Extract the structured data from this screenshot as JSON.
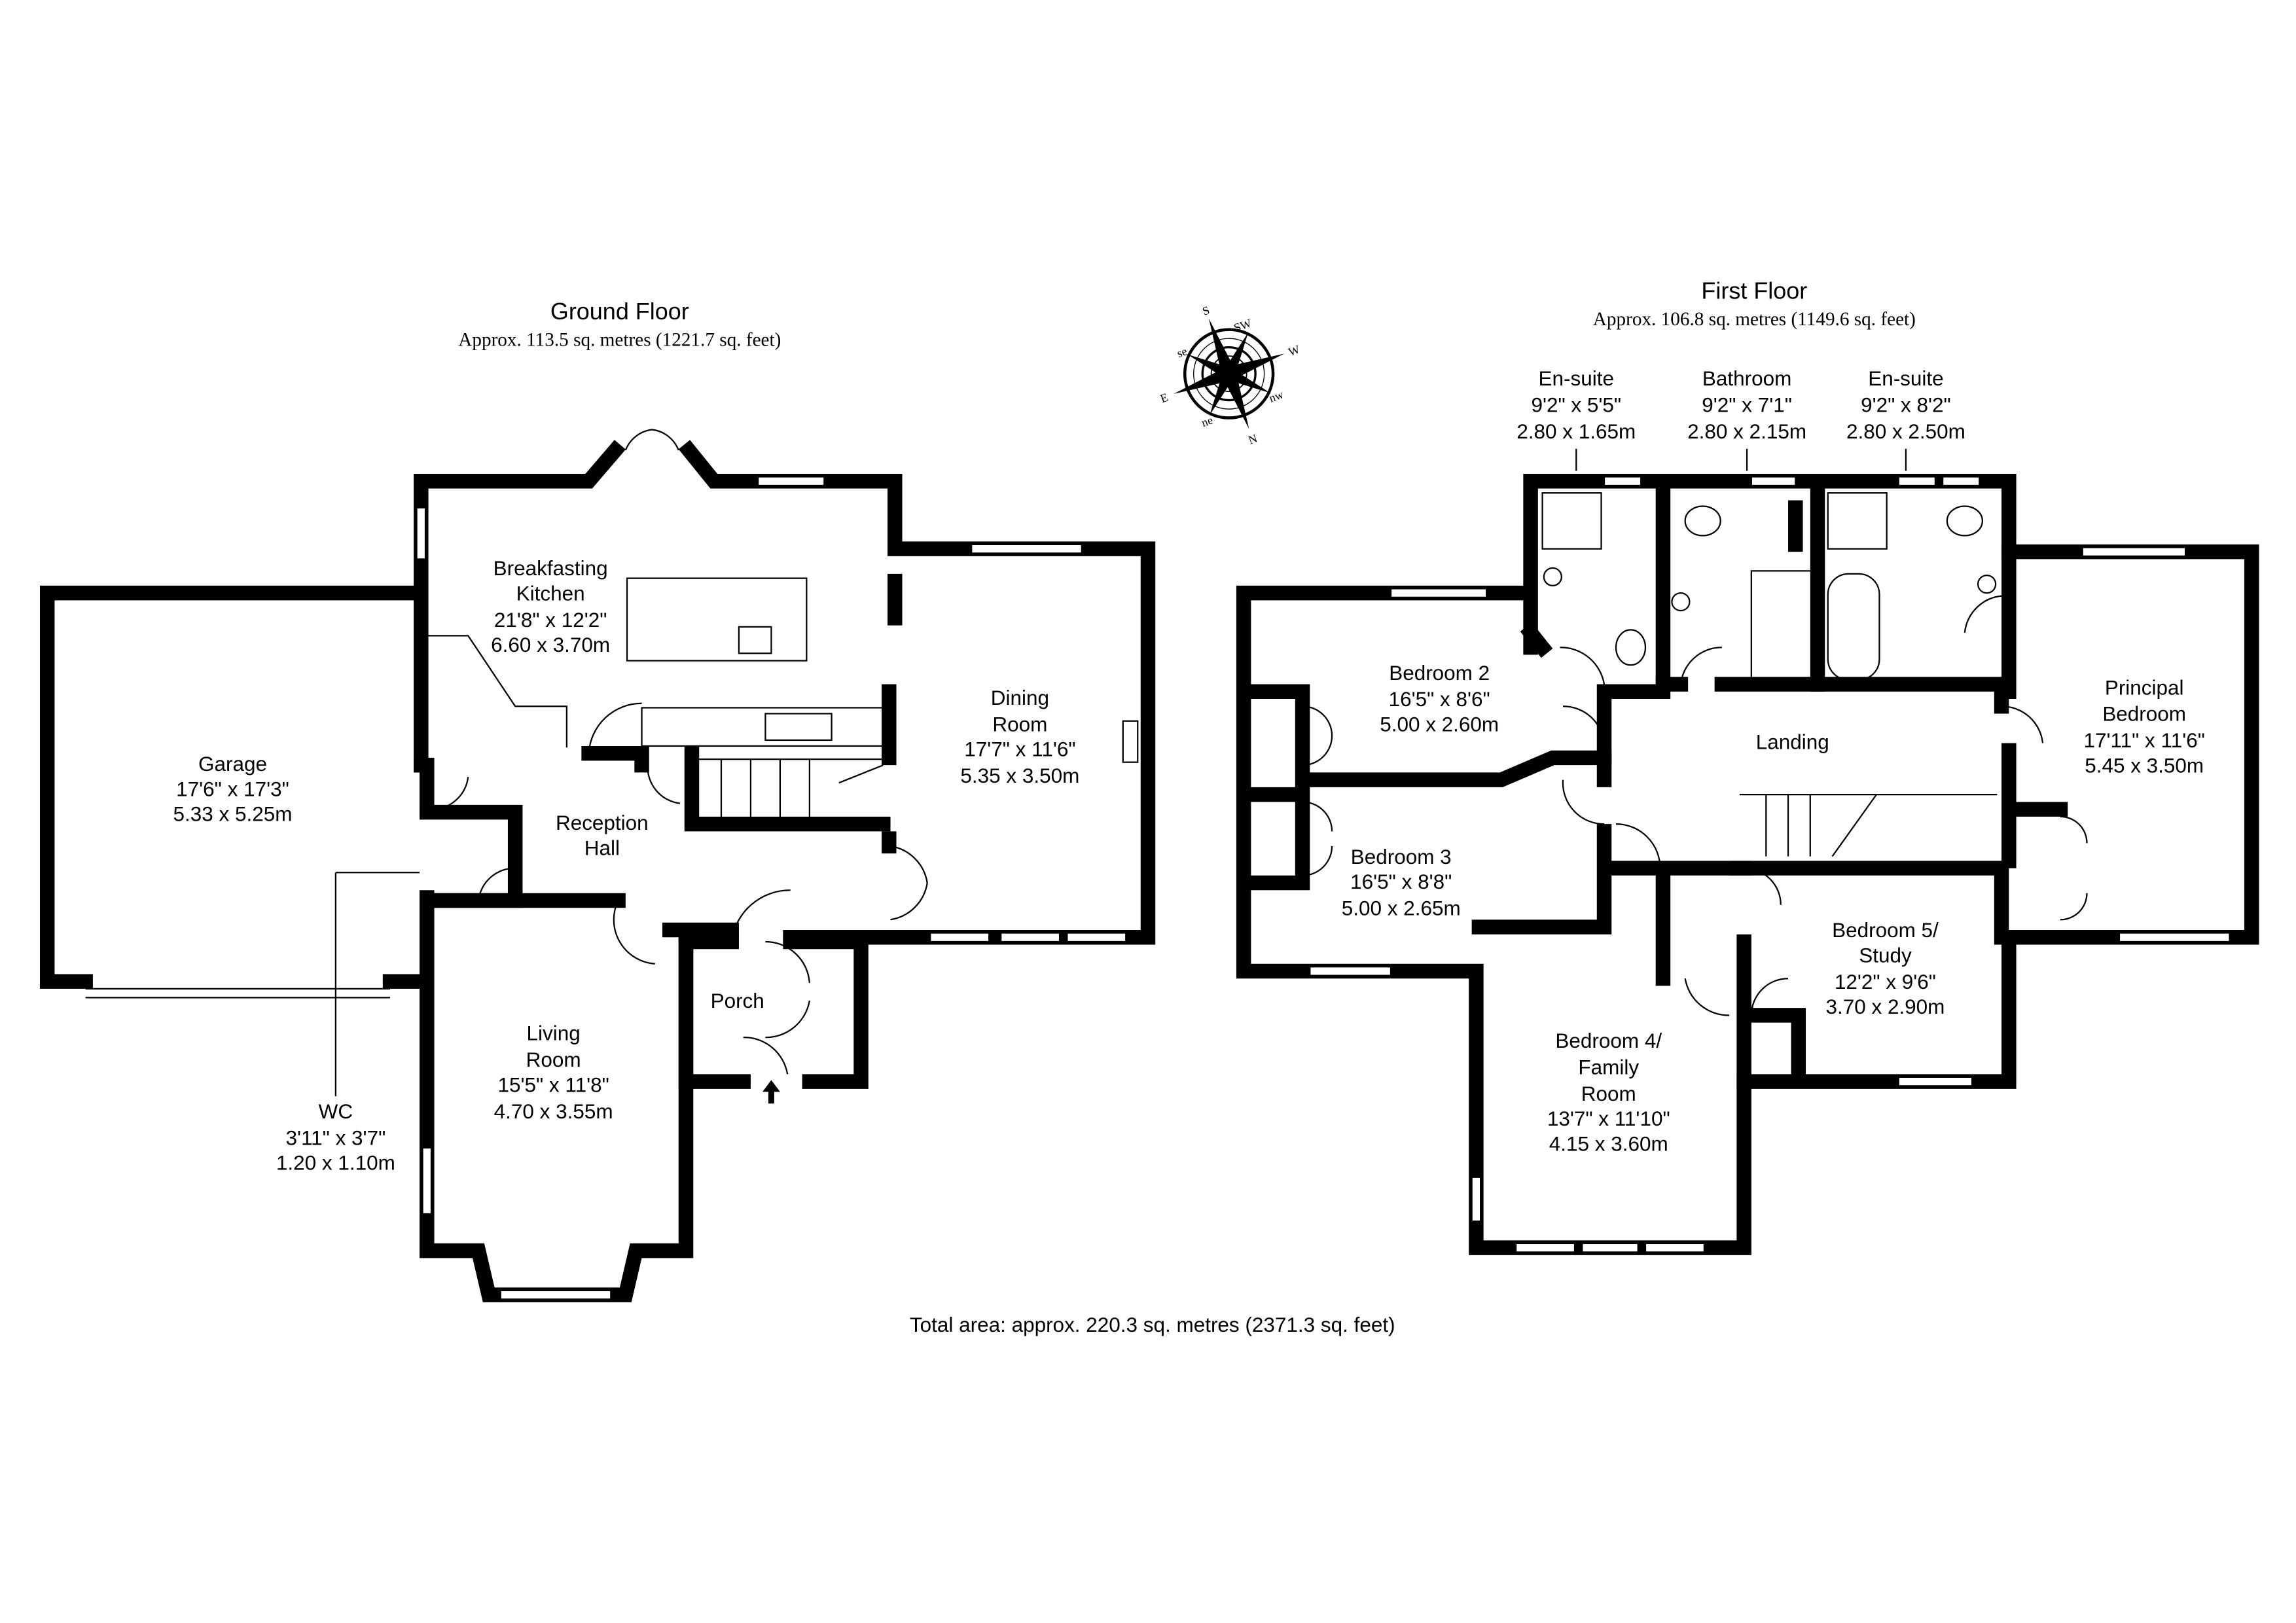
{
  "ground_floor": {
    "title": "Ground Floor",
    "area": "Approx. 113.5 sq. metres (1221.7 sq. feet)",
    "rooms": [
      {
        "id": "garage",
        "lines": [
          "Garage",
          "17'6\" x 17'3\"",
          "5.33 x 5.25m"
        ]
      },
      {
        "id": "breakfasting-kitchen",
        "lines": [
          "Breakfasting",
          "Kitchen",
          "21'8\" x 12'2\"",
          "6.60 x 3.70m"
        ]
      },
      {
        "id": "dining-room",
        "lines": [
          "Dining",
          "Room",
          "17'7\" x 11'6\"",
          "5.35 x 3.50m"
        ]
      },
      {
        "id": "reception-hall",
        "lines": [
          "Reception",
          "Hall"
        ]
      },
      {
        "id": "living-room",
        "lines": [
          "Living",
          "Room",
          "15'5\" x 11'8\"",
          "4.70 x 3.55m"
        ]
      },
      {
        "id": "porch",
        "lines": [
          "Porch"
        ]
      },
      {
        "id": "wc",
        "lines": [
          "WC",
          "3'11\" x 3'7\"",
          "1.20 x 1.10m"
        ]
      }
    ]
  },
  "first_floor": {
    "title": "First Floor",
    "area": "Approx. 106.8 sq. metres (1149.6 sq. feet)",
    "rooms": [
      {
        "id": "en-suite-1",
        "lines": [
          "En-suite",
          "9'2\" x 5'5\"",
          "2.80 x 1.65m"
        ]
      },
      {
        "id": "bathroom",
        "lines": [
          "Bathroom",
          "9'2\" x 7'1\"",
          "2.80 x 2.15m"
        ]
      },
      {
        "id": "en-suite-2",
        "lines": [
          "En-suite",
          "9'2\" x 8'2\"",
          "2.80 x 2.50m"
        ]
      },
      {
        "id": "bedroom-2",
        "lines": [
          "Bedroom 2",
          "16'5\" x 8'6\"",
          "5.00 x 2.60m"
        ]
      },
      {
        "id": "bedroom-3",
        "lines": [
          "Bedroom 3",
          "16'5\" x 8'8\"",
          "5.00 x 2.65m"
        ]
      },
      {
        "id": "landing",
        "lines": [
          "Landing"
        ]
      },
      {
        "id": "principal-bedroom",
        "lines": [
          "Principal",
          "Bedroom",
          "17'11\" x 11'6\"",
          "5.45 x 3.50m"
        ]
      },
      {
        "id": "bedroom-5-study",
        "lines": [
          "Bedroom 5/",
          "Study",
          "12'2\" x 9'6\"",
          "3.70 x 2.90m"
        ]
      },
      {
        "id": "bedroom-4-family-room",
        "lines": [
          "Bedroom 4/",
          "Family",
          "Room",
          "13'7\" x 11'10\"",
          "4.15 x 3.60m"
        ]
      }
    ]
  },
  "compass": {
    "labels": [
      "S",
      "SW",
      "W",
      "nw",
      "N",
      "ne",
      "E",
      "se"
    ]
  },
  "total_area": "Total area: approx. 220.3 sq. metres (2371.3 sq. feet)"
}
